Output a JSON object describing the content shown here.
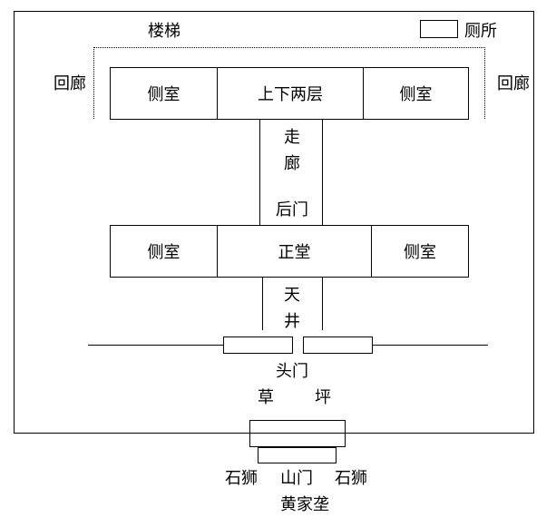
{
  "labels": {
    "stairs": "楼梯",
    "toilet": "厕所",
    "corridor_left": "回廊",
    "corridor_right": "回廊",
    "rear_left_room": "侧室",
    "rear_center": "上下两层",
    "rear_right_room": "侧室",
    "walkway_1": "走",
    "walkway_2": "廊",
    "back_door": "后门",
    "main_left_room": "侧室",
    "main_hall": "正堂",
    "main_right_room": "侧室",
    "courtyard_1": "天",
    "courtyard_2": "井",
    "front_door": "头门",
    "lawn_1": "草",
    "lawn_2": "坪",
    "lion_left": "石狮",
    "mountain_gate": "山门",
    "lion_right": "石狮",
    "estate_name": "黄家垄"
  }
}
